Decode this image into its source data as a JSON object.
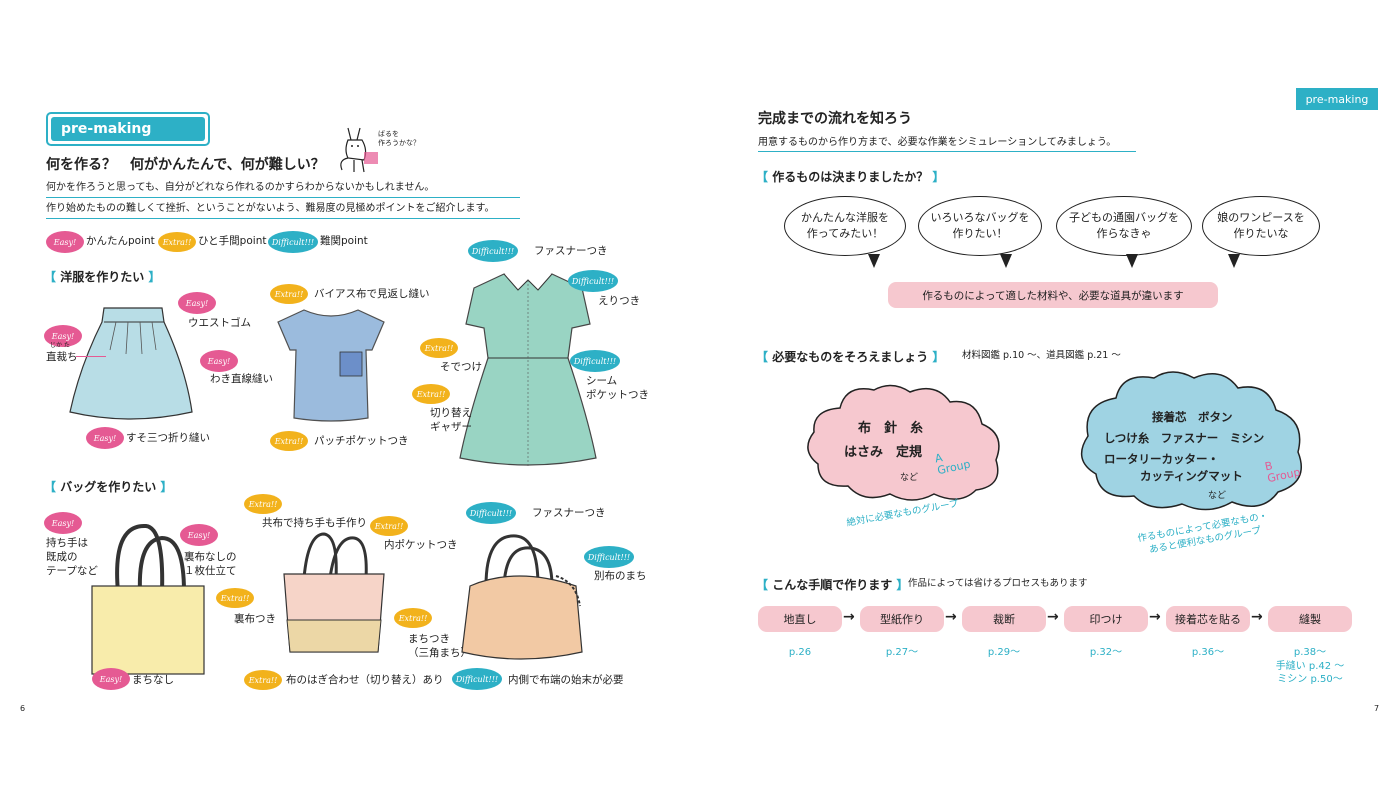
{
  "left_page": {
    "tag": "pre-making",
    "title": "何を作る？　何がかんたんで、何が難しい？",
    "mascot_note": "ばるを\n作ろうかな？",
    "intro_1": "何かを作ろうと思っても、自分がどれなら作れるのかすらわからないかもしれません。",
    "intro_2": "作り始めたものの難しくて挫折、ということがないよう、難易度の見極めポイントをご紹介します。",
    "legend": [
      {
        "badge": "Easy!",
        "label": "かんたんpoint"
      },
      {
        "badge": "Extra!!",
        "label": "ひと手間point"
      },
      {
        "badge": "Difficult!!!",
        "label": "難関point"
      }
    ],
    "clothes_heading": "洋服を作りたい",
    "bag_heading": "バッグを作りたい",
    "badges": {
      "easy": "Easy!",
      "extra": "Extra!!",
      "diff": "Difficult!!!"
    },
    "skirt": {
      "waist": "ウエストゴム",
      "ruby": "じか た",
      "straight": "直裁ち",
      "side": "わき直線縫い",
      "hem": "すそ三つ折り縫い"
    },
    "top": {
      "bias": "バイアス布で見返し縫い",
      "pocket": "パッチポケットつき"
    },
    "dress": {
      "zipper": "ファスナーつき",
      "collar": "えりつき",
      "sleeve": "そでつけ",
      "pocket": "シーム\nポケットつき",
      "gather": "切り替え\nギャザー"
    },
    "tote": {
      "handle": "持ち手は\n既成の\nテープなど",
      "lining": "裏布なしの\n１枚仕立て",
      "gusset": "まちなし"
    },
    "bag2": {
      "handle": "共布で持ち手も手作り",
      "inner": "内ポケットつき",
      "lining": "裏布つき",
      "gusset": "まちつき\n（三角まち）",
      "panel": "布のはぎ合わせ（切り替え）あり"
    },
    "bag3": {
      "zipper": "ファスナーつき",
      "gusset": "別布のまち",
      "finish": "内側で布端の始末が必要"
    },
    "page_number": "6"
  },
  "right_page": {
    "tag": "pre-making",
    "title": "完成までの流れを知ろう",
    "subtitle": "用意するものから作り方まで、必要な作業をシミュレーションしてみましょう。",
    "decide_heading": "作るものは決まりましたか？",
    "bubbles": [
      "かんたんな洋服を\n作ってみたい！",
      "いろいろなバッグを\n作りたい！",
      "子どもの通園バッグを\n作らなきゃ",
      "娘のワンピースを\n作りたいな"
    ],
    "bubble_note": "作るものによって適した材料や、必要な道具が違います",
    "gather_heading": "必要なものをそろえましょう",
    "gather_ref": "材料図鑑 p.10 〜、道具図鑑 p.21 〜",
    "cloud_a": {
      "line1": "布　針　糸",
      "line2": "はさみ　定規",
      "etc": "など",
      "group": "A\nGroup",
      "caption": "絶対に必要なものグループ"
    },
    "cloud_b": {
      "line1": "接着芯　ボタン",
      "line2": "しつけ糸　ファスナー　ミシン",
      "line3": "ロータリーカッター・",
      "line4": "カッティングマット",
      "etc": "など",
      "group": "B\nGroup",
      "caption": "作るものによって必要なもの・\nあると便利なものグループ"
    },
    "steps_heading": "こんな手順で作ります",
    "steps_note": "作品によっては省けるプロセスもあります",
    "steps": [
      {
        "label": "地直し",
        "ref": "p.26"
      },
      {
        "label": "型紙作り",
        "ref": "p.27〜"
      },
      {
        "label": "裁断",
        "ref": "p.29〜"
      },
      {
        "label": "印つけ",
        "ref": "p.32〜"
      },
      {
        "label": "接着芯を貼る",
        "ref": "p.36〜"
      },
      {
        "label": "縫製",
        "ref": "p.38〜\n手縫い p.42 〜\nミシン p.50〜"
      }
    ],
    "page_number": "7"
  },
  "colors": {
    "teal": "#2db0c6",
    "pink": "#e55a93",
    "yellow": "#f2b21c",
    "pink_light": "#f6c8cf",
    "cloud_a": "#f6c8cf",
    "cloud_b": "#9fd3e3"
  }
}
